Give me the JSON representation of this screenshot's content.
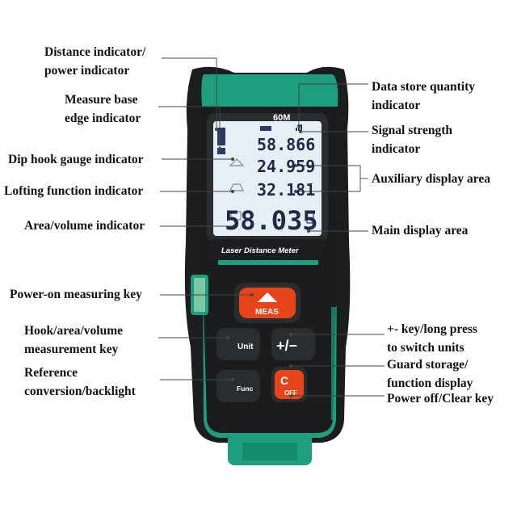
{
  "colors": {
    "body_green": "#1e9e7e",
    "body_dark": "#1b1d1f",
    "screen": "#e6eef6",
    "meas_red": "#e8441c"
  },
  "device": {
    "model_badge": "60M",
    "brand_strip": "Laser Distance Meter",
    "screen": {
      "aux1": "58.866",
      "aux2": "24.959",
      "aux3": "32.181",
      "main": "58.035"
    },
    "keys": {
      "meas": "MEAS",
      "unit": "Unit",
      "plus_minus": "+/−",
      "func": "Func",
      "clear_top": "C",
      "clear_bottom": "OFF"
    }
  },
  "labels": {
    "distance_power": [
      "Distance indicator/",
      "power indicator"
    ],
    "measure_base": [
      "Measure base",
      "edge indicator"
    ],
    "dip_hook": "Dip hook gauge indicator",
    "lofting": "Lofting function indicator",
    "area_volume": "Area/volume indicator",
    "power_on": "Power-on measuring key",
    "hook_area": [
      "Hook/area/volume",
      "measurement key"
    ],
    "reference": [
      "Reference",
      "conversion/backlight"
    ],
    "data_store": [
      "Data store quantity",
      "indicator"
    ],
    "signal": [
      "Signal strength",
      "indicator"
    ],
    "aux_area": "Auxiliary display area",
    "main_area": "Main display area",
    "plus_minus": [
      "+- key/long press",
      "to switch units"
    ],
    "guard": [
      "Guard storage/",
      "function display"
    ],
    "power_off": "Power off/Clear key"
  }
}
